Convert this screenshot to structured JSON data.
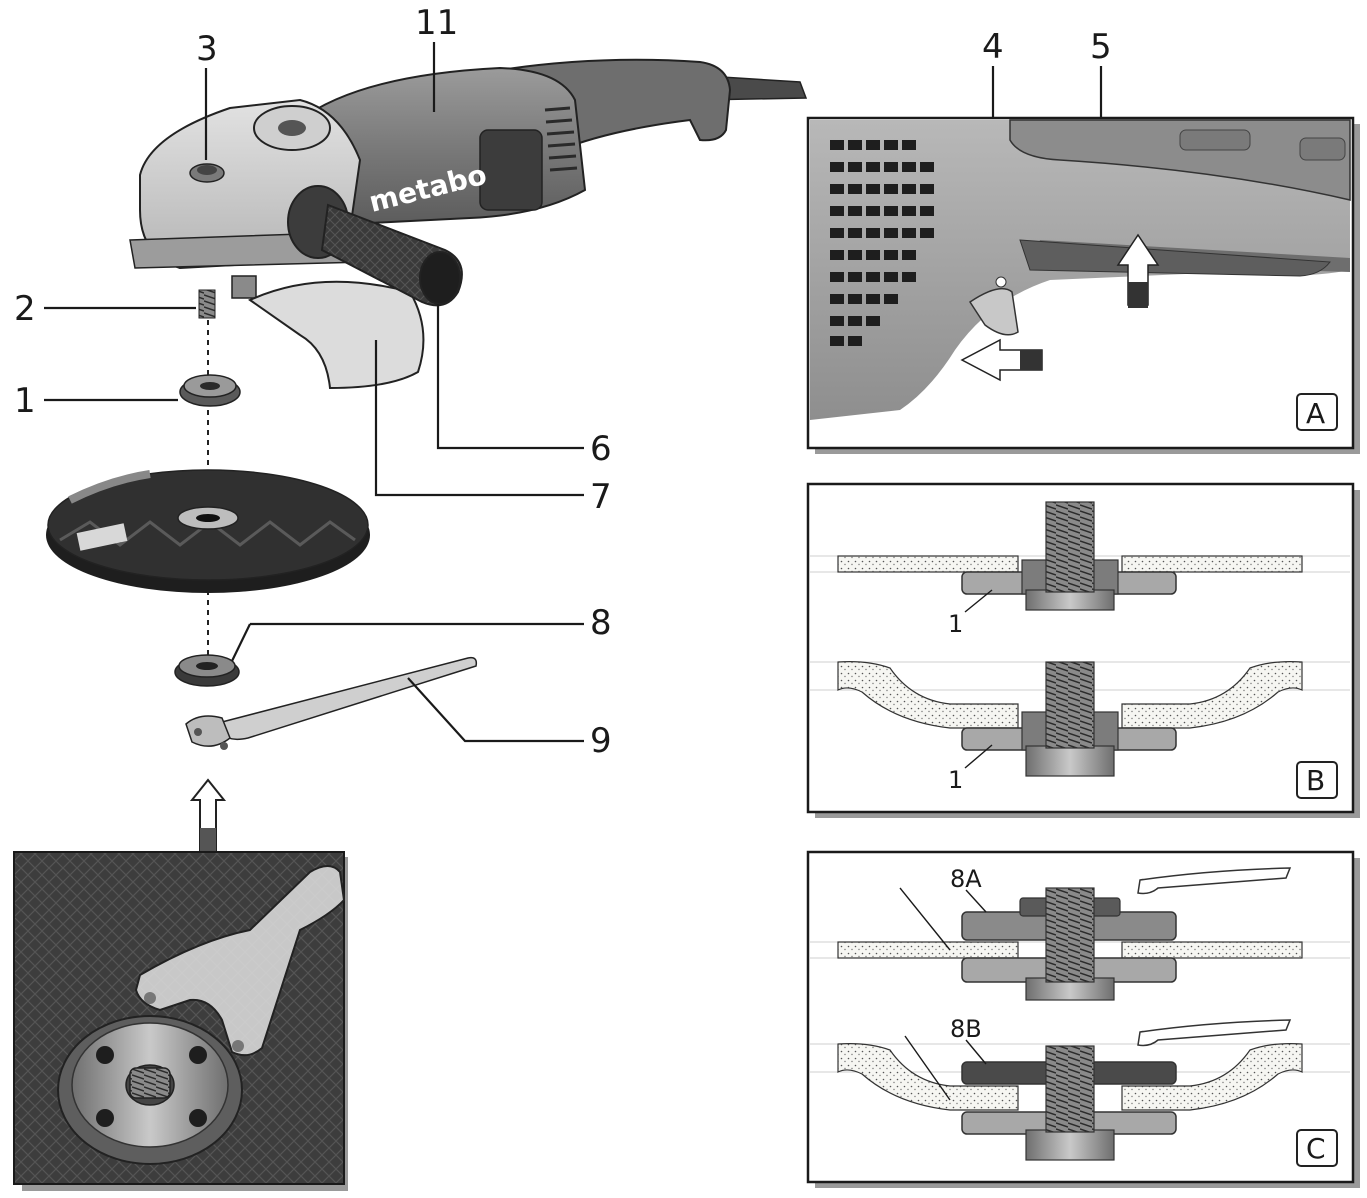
{
  "brand": {
    "logo_text": "metabo"
  },
  "callouts": {
    "c1": "1",
    "c2": "2",
    "c3": "3",
    "c4": "4",
    "c5": "5",
    "c6": "6",
    "c7": "7",
    "c8": "8",
    "c9": "9",
    "c11": "11"
  },
  "panels": {
    "a": {
      "letter": "A"
    },
    "b": {
      "letter": "B",
      "label_top": "1",
      "label_bottom": "1"
    },
    "c": {
      "letter": "C",
      "label_top": "8A",
      "label_bottom": "8B"
    }
  },
  "colors": {
    "line": "#1a1a1a",
    "body_gray": "#7a7a7a",
    "light_gray": "#d4d4d4",
    "dark_gray": "#444444",
    "flange_gray": "#9a9a9a",
    "disc_dark": "#2e2e2e",
    "abrasive": "#f4f4f0"
  },
  "icons": [
    "up-arrow-icon",
    "left-arrow-icon",
    "thread-stud-icon",
    "spanner-icon"
  ]
}
